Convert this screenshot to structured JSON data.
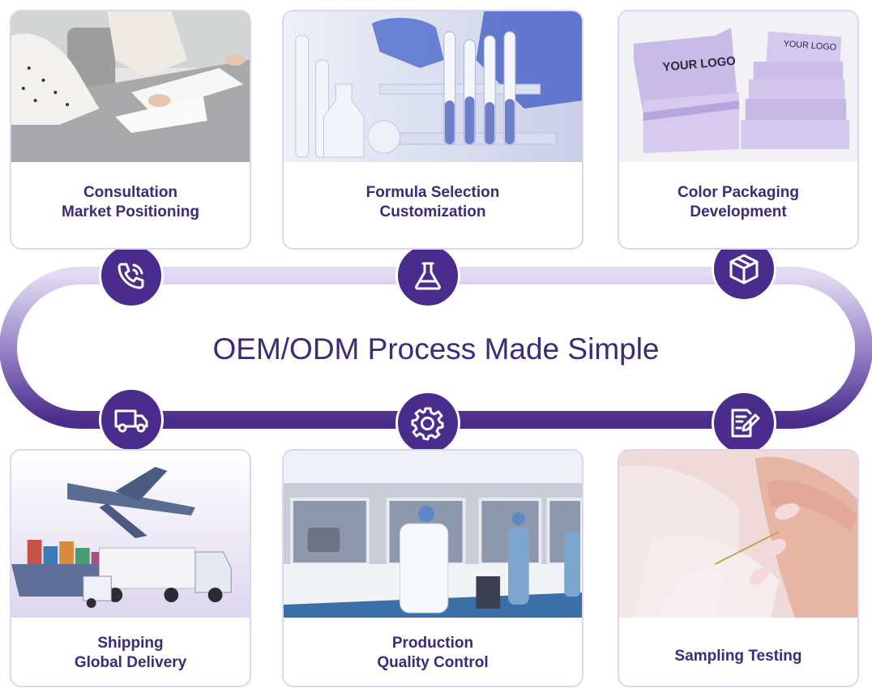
{
  "title": "OEM/ODM Process Made Simple",
  "colors": {
    "accent": "#4a2c8c",
    "text": "#3d2a7a",
    "track_light": "#d9d0ee",
    "border": "#ddd6ee"
  },
  "steps": [
    {
      "lines": [
        "Consultation",
        "Market Positioning"
      ],
      "icon": "phone-icon",
      "photo": "consultation-photo"
    },
    {
      "lines": [
        "Formula Selection",
        "Customization"
      ],
      "icon": "flask-icon",
      "photo": "lab-test-tubes-photo"
    },
    {
      "lines": [
        "Color Packaging",
        "Development"
      ],
      "icon": "box-icon",
      "photo": "packaging-boxes-photo",
      "photo_text": [
        "YOUR LOGO",
        "YOUR LOGO"
      ]
    },
    {
      "lines": [
        "Sampling Testing"
      ],
      "icon": "edit-document-icon",
      "photo": "nail-sample-photo"
    },
    {
      "lines": [
        "Production",
        "Quality Control"
      ],
      "icon": "gear-icon",
      "photo": "factory-production-photo"
    },
    {
      "lines": [
        "Shipping",
        "Global Delivery"
      ],
      "icon": "truck-icon",
      "photo": "shipping-photo"
    }
  ]
}
